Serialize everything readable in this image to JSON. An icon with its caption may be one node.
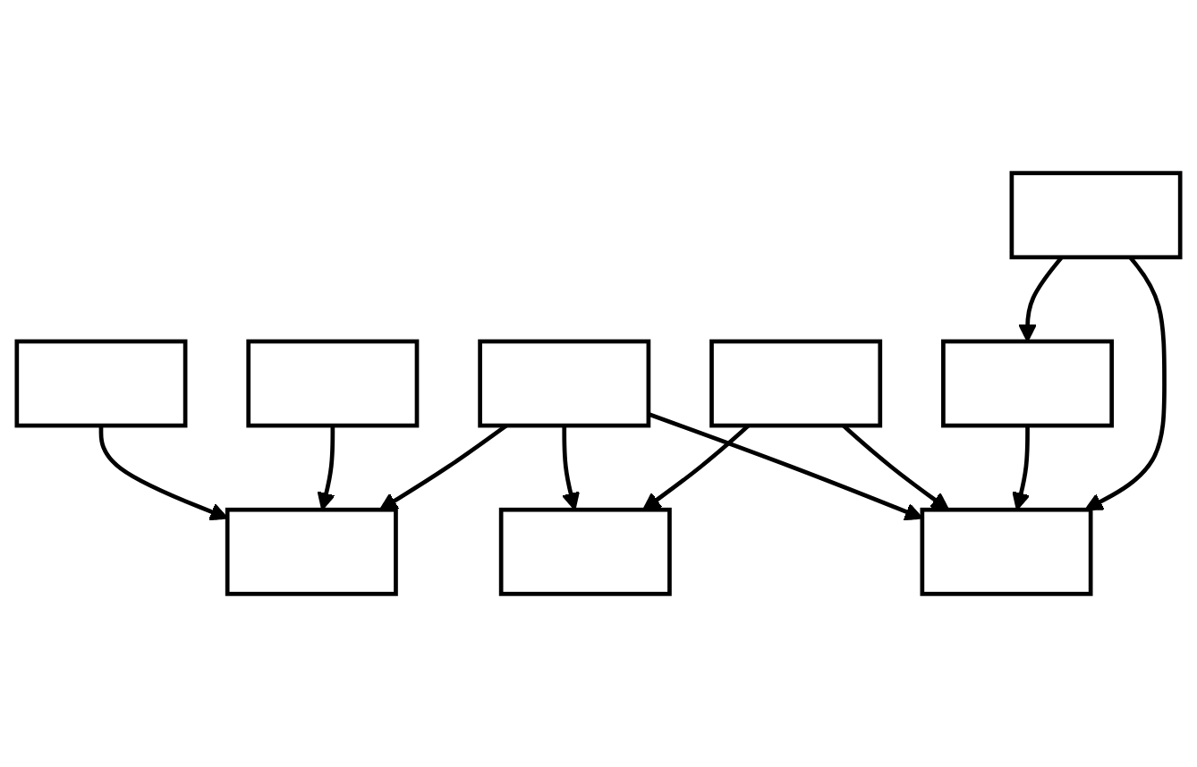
{
  "diagram": {
    "nodes": [
      {
        "text": [],
        "shape": "box"
      },
      {
        "text": [],
        "shape": "box"
      },
      {
        "text": [],
        "shape": "box"
      },
      {
        "text": [],
        "shape": "box"
      },
      {
        "text": [],
        "shape": "box"
      },
      {
        "text": [],
        "shape": "box"
      },
      {
        "text": [],
        "shape": "box"
      },
      {
        "text": [],
        "shape": "box"
      },
      {
        "text": [],
        "shape": "box"
      }
    ],
    "edges": [
      {
        "from": 0,
        "to": 2,
        "arrow": "to"
      },
      {
        "from": 1,
        "to": 2,
        "arrow": "to"
      },
      {
        "from": 4,
        "to": 2,
        "arrow": "to"
      },
      {
        "from": 4,
        "to": 3,
        "arrow": "to"
      },
      {
        "from": 4,
        "to": 5,
        "arrow": "to"
      },
      {
        "from": 6,
        "to": 3,
        "arrow": "to"
      },
      {
        "from": 6,
        "to": 5,
        "arrow": "to"
      },
      {
        "from": 7,
        "to": 3,
        "arrow": "to"
      },
      {
        "from": 8,
        "to": 3,
        "arrow": "to"
      },
      {
        "from": 8,
        "to": 7,
        "arrow": "to"
      }
    ]
  }
}
